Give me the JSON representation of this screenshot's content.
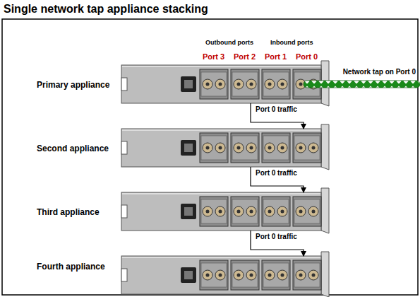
{
  "diagram": {
    "title": "Single network tap appliance stacking",
    "nodes": [
      {
        "text": [
          "Primary appliance"
        ]
      },
      {
        "text": [
          "Second appliance"
        ]
      },
      {
        "text": [
          "Third appliance"
        ]
      },
      {
        "text": [
          "Fourth appliance"
        ]
      }
    ],
    "edges": [
      {
        "from": 0,
        "to": 1,
        "arrow": "to",
        "label": "Port 0 traffic"
      },
      {
        "from": 1,
        "to": 2,
        "arrow": "to",
        "label": "Port 0 traffic"
      },
      {
        "from": 2,
        "to": 3,
        "arrow": "to",
        "label": "Port 0 traffic"
      }
    ],
    "labels": [
      "Outbound ports",
      "Inbound ports",
      "Port 3",
      "Port 2",
      "Port 1",
      "Port 0",
      "Network tap on Port 0"
    ]
  }
}
